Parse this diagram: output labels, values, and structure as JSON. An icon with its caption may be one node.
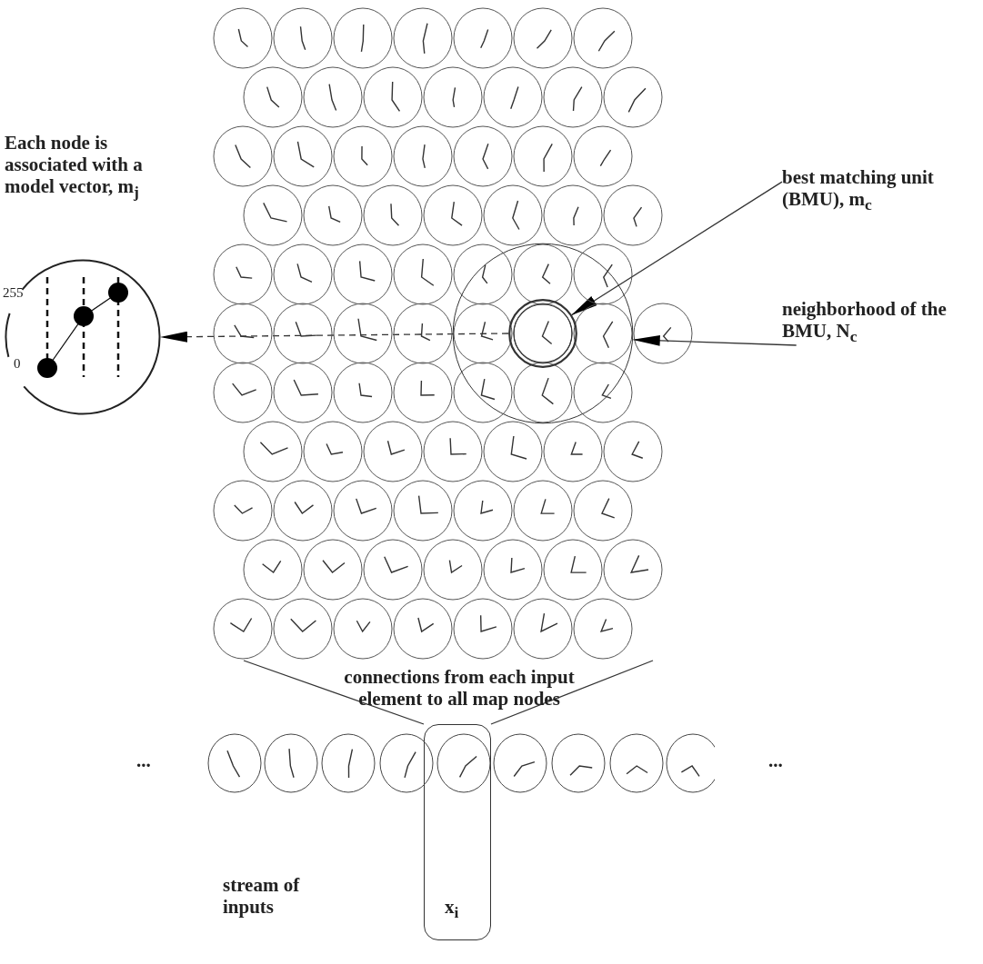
{
  "diagram": {
    "nodes": [
      {
        "text": [
          "255",
          "0"
        ],
        "beside": [
          "Each node is associated with a model vector, m$_{j}$"
        ]
      },
      {
        "text": [],
        "shape": "picture"
      },
      {
        "text": [],
        "shape": "circle",
        "in": 1
      },
      {
        "text": [],
        "shape": "circle",
        "in": 2
      },
      {
        "text": [
          "best matching unit (BMU), m$_{c}$"
        ]
      },
      {
        "text": [
          "neighborhood of the BMU, N$_{c}$"
        ]
      },
      {
        "text": [
          "x$_{i}$"
        ]
      }
    ],
    "edges": [
      {
        "from": 4,
        "to": 3,
        "arrow": "to"
      },
      {
        "from": 5,
        "to": 2,
        "arrow": "to"
      },
      {
        "from": 3,
        "to": 0,
        "arrow": "to",
        "style": "dashed"
      },
      {
        "from": 6,
        "to": 1,
        "arrow": "none"
      },
      {
        "from": 6,
        "to": 1,
        "arrow": "none"
      }
    ],
    "labels": [
      "connections from each input element to all map nodes",
      "...",
      "...",
      "stream of inputs"
    ]
  }
}
